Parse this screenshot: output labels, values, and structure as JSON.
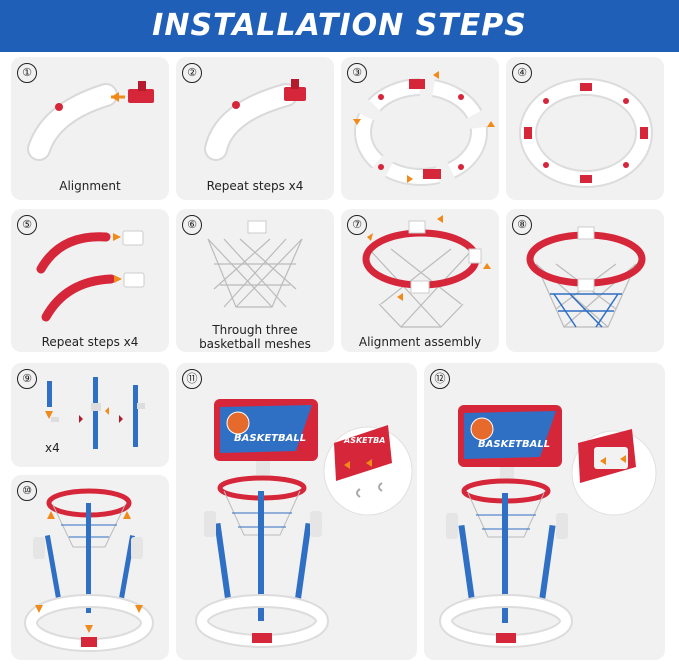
{
  "header": {
    "title": "INSTALLATION STEPS"
  },
  "colors": {
    "banner": "#1f5fb8",
    "card": "#f1f1f1",
    "red": "#d6263a",
    "blue": "#2f6fc4",
    "orange": "#f08a1a",
    "white": "#ffffff"
  },
  "steps": [
    {
      "number": "①",
      "caption": "Alignment"
    },
    {
      "number": "②",
      "caption": "Repeat steps x4"
    },
    {
      "number": "③",
      "caption": ""
    },
    {
      "number": "④",
      "caption": ""
    },
    {
      "number": "⑤",
      "caption": "Repeat steps x4"
    },
    {
      "number": "⑥",
      "caption_line1": "Through three",
      "caption_line2": "basketball meshes"
    },
    {
      "number": "⑦",
      "caption": "Alignment assembly"
    },
    {
      "number": "⑧",
      "caption": ""
    },
    {
      "number": "⑨",
      "caption": "x4"
    },
    {
      "number": "⑩",
      "caption": ""
    },
    {
      "number": "⑪",
      "caption": "",
      "backboard_text": "BASKETBALL",
      "detail_text": "ASKETBA"
    },
    {
      "number": "⑫",
      "caption": "",
      "backboard_text": "BASKETBALL"
    }
  ]
}
